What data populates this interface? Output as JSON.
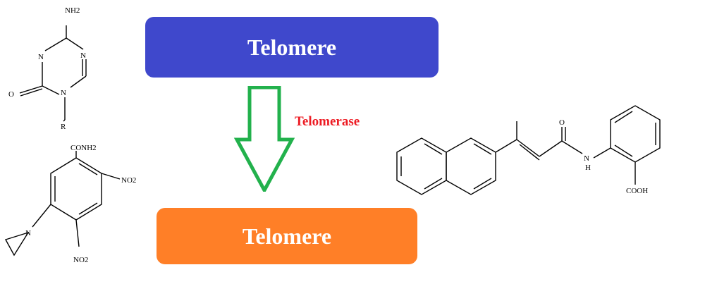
{
  "top_box": {
    "label": "Telomere",
    "color": "#3f48cc"
  },
  "bottom_box": {
    "label": "Telomere",
    "color": "#ff7f27"
  },
  "arrow": {
    "color": "#22b14c"
  },
  "enzyme": {
    "label": "Telomerase",
    "color": "#ed1c24"
  },
  "molecule_azacytidine": {
    "nh2": "NH2",
    "n_top": "N",
    "n_right": "N",
    "n_ring": "N",
    "o": "O",
    "r": "R"
  },
  "molecule_aziridine": {
    "conh2": "CONH2",
    "no2_right": "NO2",
    "no2_bottom": "NO2",
    "n": "N"
  },
  "molecule_naphthyl": {
    "o": "O",
    "nh": "N",
    "h": "H",
    "cooh": "COOH"
  }
}
